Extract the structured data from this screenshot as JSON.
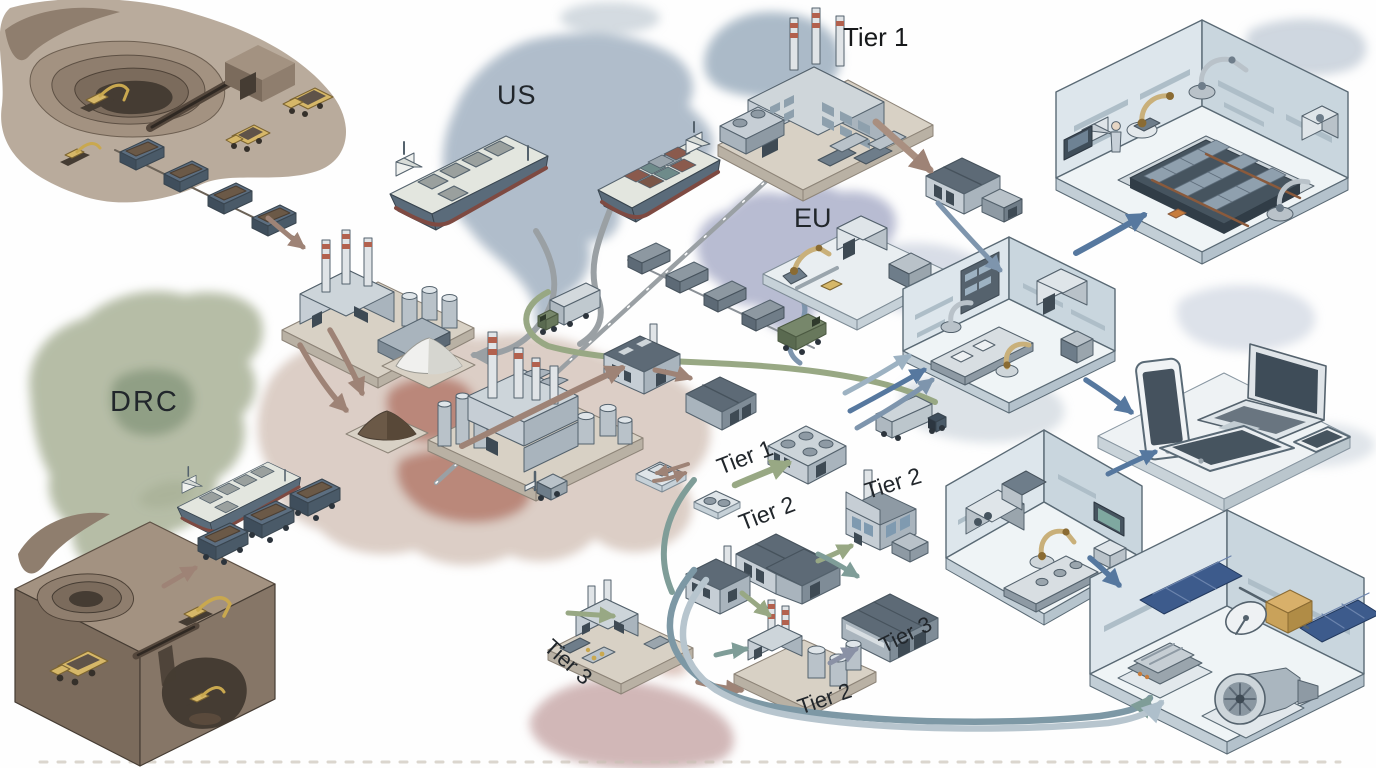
{
  "labels": {
    "us": "US",
    "eu": "EU",
    "drc": "DRC",
    "tier1_top": "Tier 1",
    "tier1_mid": "Tier 1",
    "tier2_mid_left": "Tier 2",
    "tier2_mid_right": "Tier 2",
    "tier2_bottom": "Tier 2",
    "tier3_left": "Tier 3",
    "tier3_right": "Tier 3"
  },
  "nodes": [
    "open-pit-mine",
    "underground-mine",
    "bulk-carrier-ship-us",
    "bulk-carrier-ship-drc",
    "container-ship",
    "ore-train-drc",
    "ore-train-mine",
    "freight-train",
    "green-truck",
    "gray-truck",
    "forklift",
    "smelter-refinery-north",
    "smelter-refinery-central",
    "white-material-pile",
    "brown-ore-pile",
    "tier1-factory-top",
    "warehouse-top",
    "eu-machinery-platform",
    "blue-roof-factory",
    "gray-warehouse-central",
    "tier1-flat-factory",
    "tier2-gabled-plant",
    "tier2-chimney-factory",
    "tier3-warehouse-right",
    "tier3-factory-left",
    "bottom-center-factory",
    "tier2-chemical-plant",
    "battery-assembly-room",
    "electronics-assembly-room",
    "machining-room",
    "consumer-devices-platform",
    "satellite-aerospace-room",
    "pallet-box",
    "fan-unit-platform"
  ],
  "colors": {
    "map_north_america": "#9cadbe",
    "map_europe": "#a6abc7",
    "map_africa": "#a9b197",
    "map_drc": "#8d9c82",
    "map_asia": "#c0a697",
    "map_asia_red": "#9e4f3e",
    "map_australia": "#bd9898",
    "arrow_taupe": "#9e8376",
    "arrow_gray": "#9aa0a4",
    "arrow_sage": "#98a884",
    "arrow_teal": "#7f9d98",
    "arrow_steel": "#56789f",
    "arrow_light_blue": "#aebfcb",
    "arrow_blue_gray": "#7e95ad",
    "arrow_gray_violet": "#8a91a5",
    "stack_band_red": "#b2614e"
  }
}
